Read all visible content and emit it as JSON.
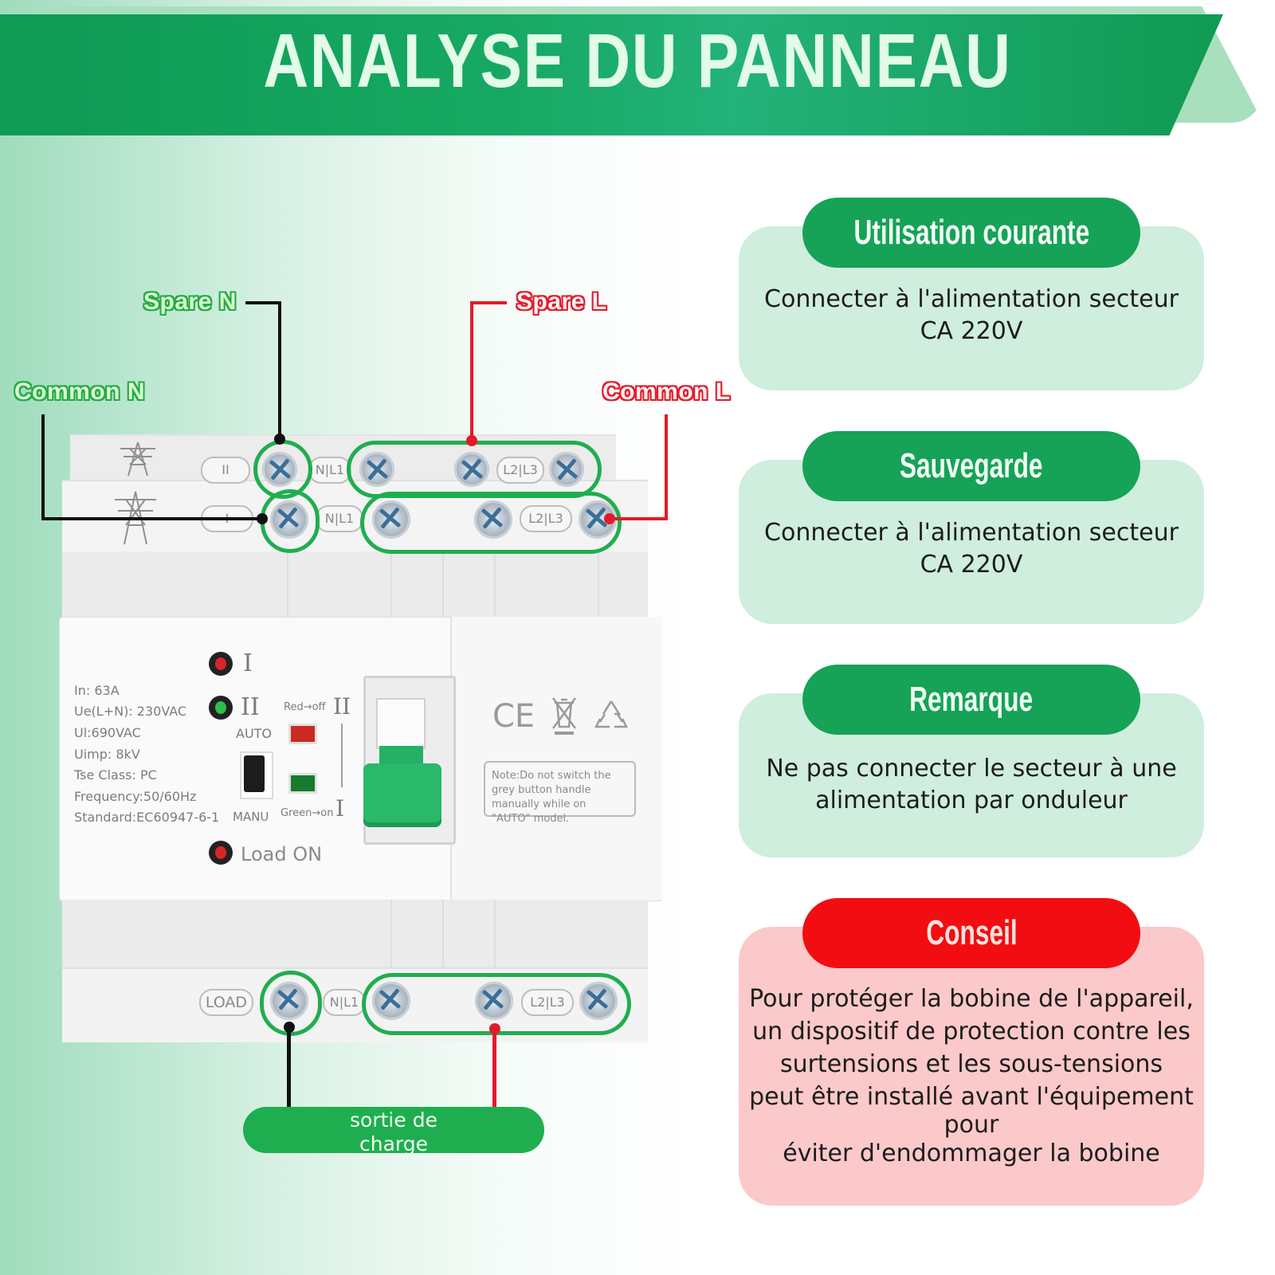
{
  "title": "ANALYSE DU PANNEAU",
  "terminal_labels": {
    "spare_n": "Spare N",
    "spare_l": "Spare L",
    "common_n": "Common N",
    "common_l": "Common L"
  },
  "load_output": {
    "line1": "sortie de",
    "line2": "charge"
  },
  "device": {
    "pill_top_phase": "II",
    "pill_mid_phase": "I",
    "pill_nl1": "N|L1",
    "pill_l2l3": "L2|L3",
    "pill_load": "LOAD",
    "specs": [
      "In: 63A",
      "Ue(L+N): 230VAC",
      "Ul:690VAC",
      "Uimp: 8kV",
      "Tse Class: PC",
      "Frequency:50/60Hz",
      "Standard:EC60947-6-1"
    ],
    "led_labels": {
      "one": "I",
      "two": "II",
      "load_on": "Load ON"
    },
    "mode_auto": "AUTO",
    "mode_manu": "MANU",
    "red_off": "Red→off",
    "green_on": "Green→on",
    "scale_top": "II",
    "scale_bottom": "I",
    "note": "Note:Do not switch the grey button handle manually while on \"AUTO\" model.",
    "ce_mark": "CE"
  },
  "cards": [
    {
      "title": "Utilisation courante",
      "text_lines": [
        "Connecter à l'alimentation secteur",
        "CA 220V"
      ],
      "color": "#16a257"
    },
    {
      "title": "Sauvegarde",
      "text_lines": [
        "Connecter à l'alimentation secteur",
        "CA 220V"
      ],
      "color": "#16a257"
    },
    {
      "title": "Remarque",
      "text_lines": [
        "Ne pas connecter le secteur à une",
        "alimentation par onduleur"
      ],
      "color": "#16a257"
    },
    {
      "title": "Conseil",
      "text_lines": [
        "Pour protéger la bobine de l'appareil,",
        "un dispositif de protection contre les",
        "surtensions et les sous-tensions",
        "peut être installé avant l'équipement",
        "pour",
        "éviter d'endommager la bobine"
      ],
      "color": "#f20d12"
    }
  ],
  "colors": {
    "accent_green": "#1fae4f",
    "accent_red": "#e21b2a"
  },
  "icons": [
    "power-tower-icon",
    "weee-bin-icon",
    "recycle-icon",
    "screw-icon",
    "led-icon"
  ]
}
